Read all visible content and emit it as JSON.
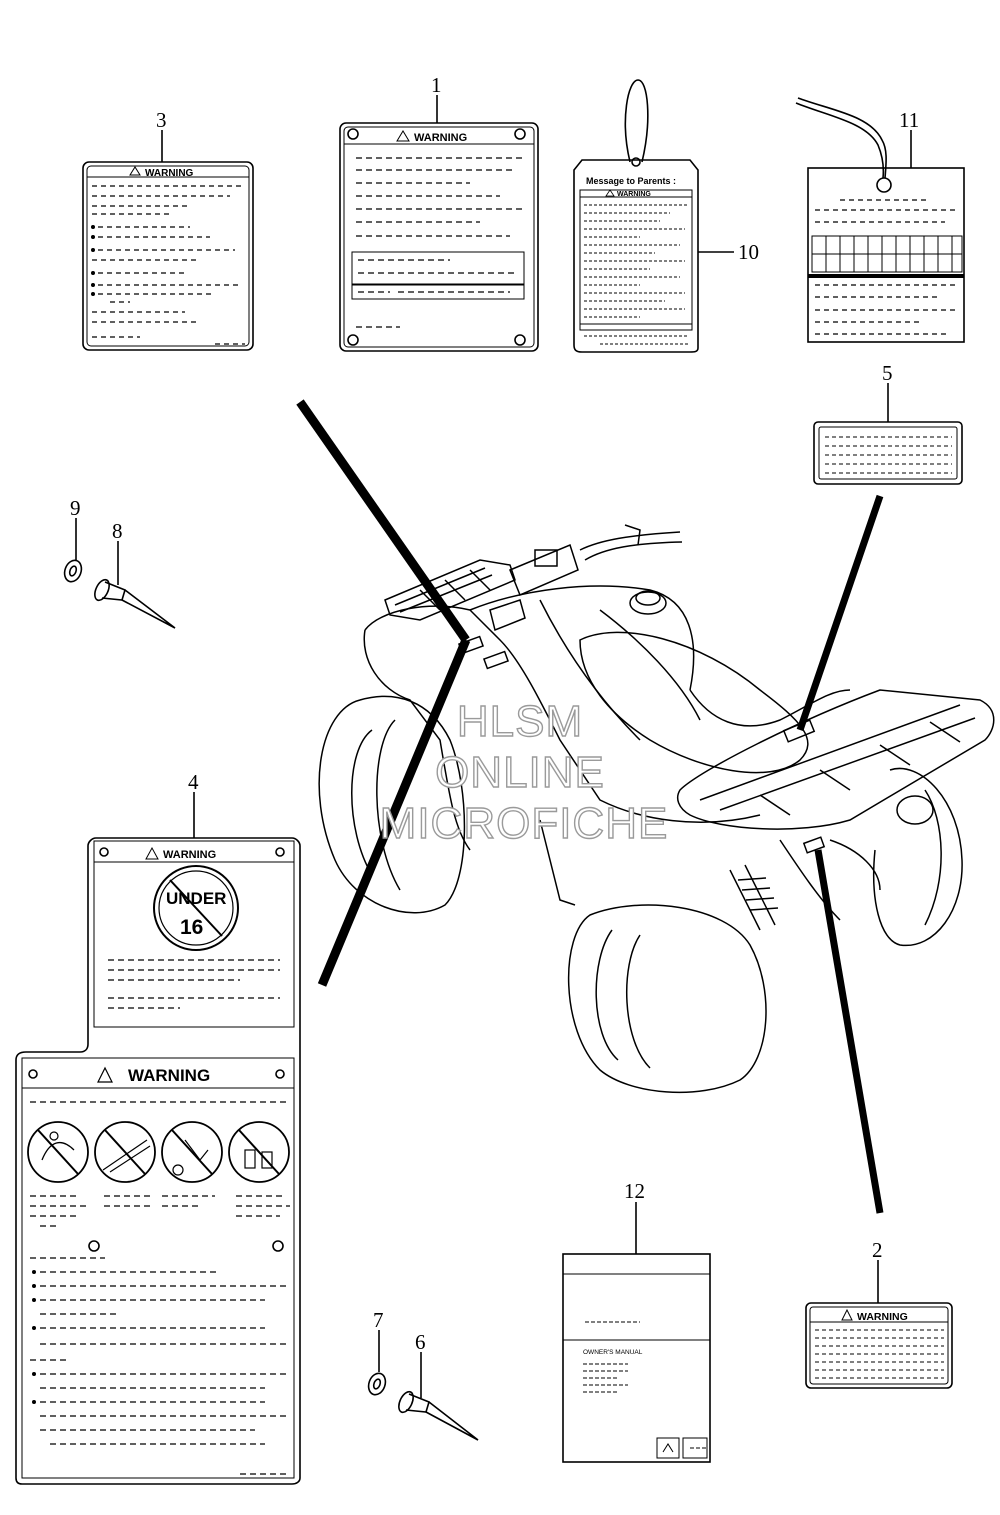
{
  "callouts": {
    "c1": "1",
    "c2": "2",
    "c3": "3",
    "c4": "4",
    "c5": "5",
    "c6": "6",
    "c7": "7",
    "c8": "8",
    "c9": "9",
    "c10": "10",
    "c11": "11",
    "c12": "12"
  },
  "labels": {
    "warning": "WARNING",
    "message_to_parents": "Message to Parents :",
    "under": "UNDER",
    "age": "16",
    "owners_manual": "OWNER'S MANUAL"
  },
  "watermark": {
    "line1": "HLSM",
    "line2": "ONLINE",
    "line3": "MICROFICHE"
  }
}
